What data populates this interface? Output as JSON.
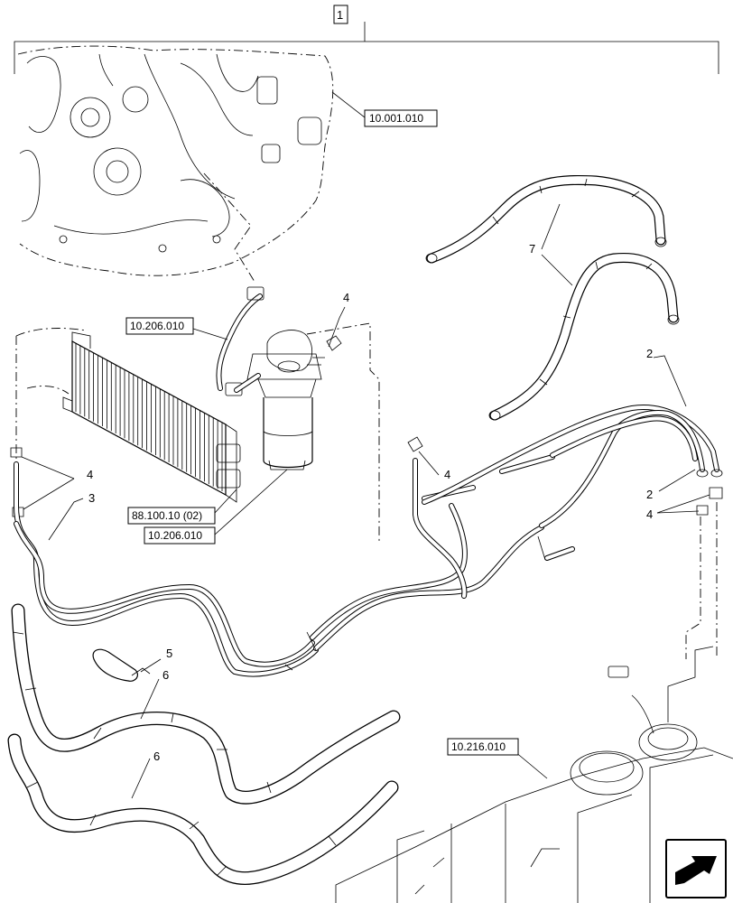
{
  "callouts": {
    "main": "1",
    "engine_ref": "10.001.010",
    "filter_inlet_ref": "10.206.010",
    "cooler_ref": "88.100.10 (02)",
    "filter_ref": "10.206.010",
    "tank_ref": "10.216.010"
  },
  "items": {
    "clip_top": "4",
    "clip_left": "4",
    "hose_cooler": "3",
    "clip_mid": "4",
    "hose_pair_top": "2",
    "hose_pair_bottom": "2",
    "clip_right": "4",
    "hose_loop": "7",
    "bracket": "5",
    "hose_lower_a": "6",
    "hose_lower_b": "6"
  },
  "nav_icon": "next-page-arrow-icon"
}
